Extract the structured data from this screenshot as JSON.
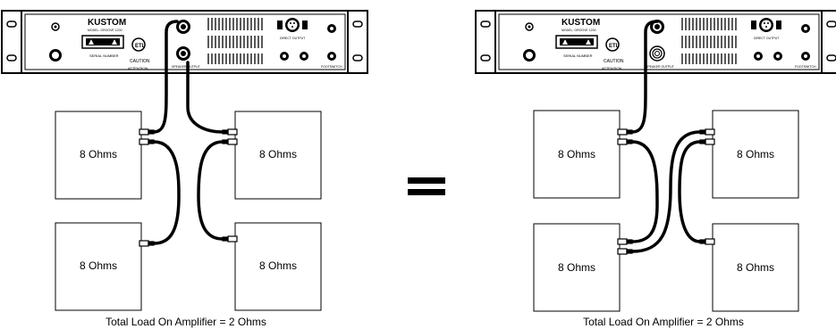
{
  "left": {
    "amp": {
      "brand": "KUSTOM",
      "model": "MODEL: GROOVE 1200",
      "serial": "SERIAL NUMBER",
      "caution": "CAUTION",
      "attention": "ATTENTION",
      "direct_output": "DIRECT OUTPUT",
      "speaker_output": "SPEAKER OUTPUT",
      "footswitch": "FOOTSWITCH"
    },
    "cabinets": [
      "8 Ohms",
      "8 Ohms",
      "8 Ohms",
      "8 Ohms"
    ],
    "caption": "Total Load On Amplifier = 2 Ohms"
  },
  "equals": "=",
  "right": {
    "amp": {
      "brand": "KUSTOM",
      "model": "MODEL: GROOVE 1200",
      "serial": "SERIAL NUMBER",
      "caution": "CAUTION",
      "attention": "ATTENTION",
      "direct_output": "DIRECT OUTPUT",
      "speaker_output": "SPEAKER OUTPUT",
      "footswitch": "FOOTSWITCH"
    },
    "cabinets": [
      "8 Ohms",
      "8 Ohms",
      "8 Ohms",
      "8 Ohms"
    ],
    "caption": "Total Load On Amplifier = 2 Ohms"
  }
}
